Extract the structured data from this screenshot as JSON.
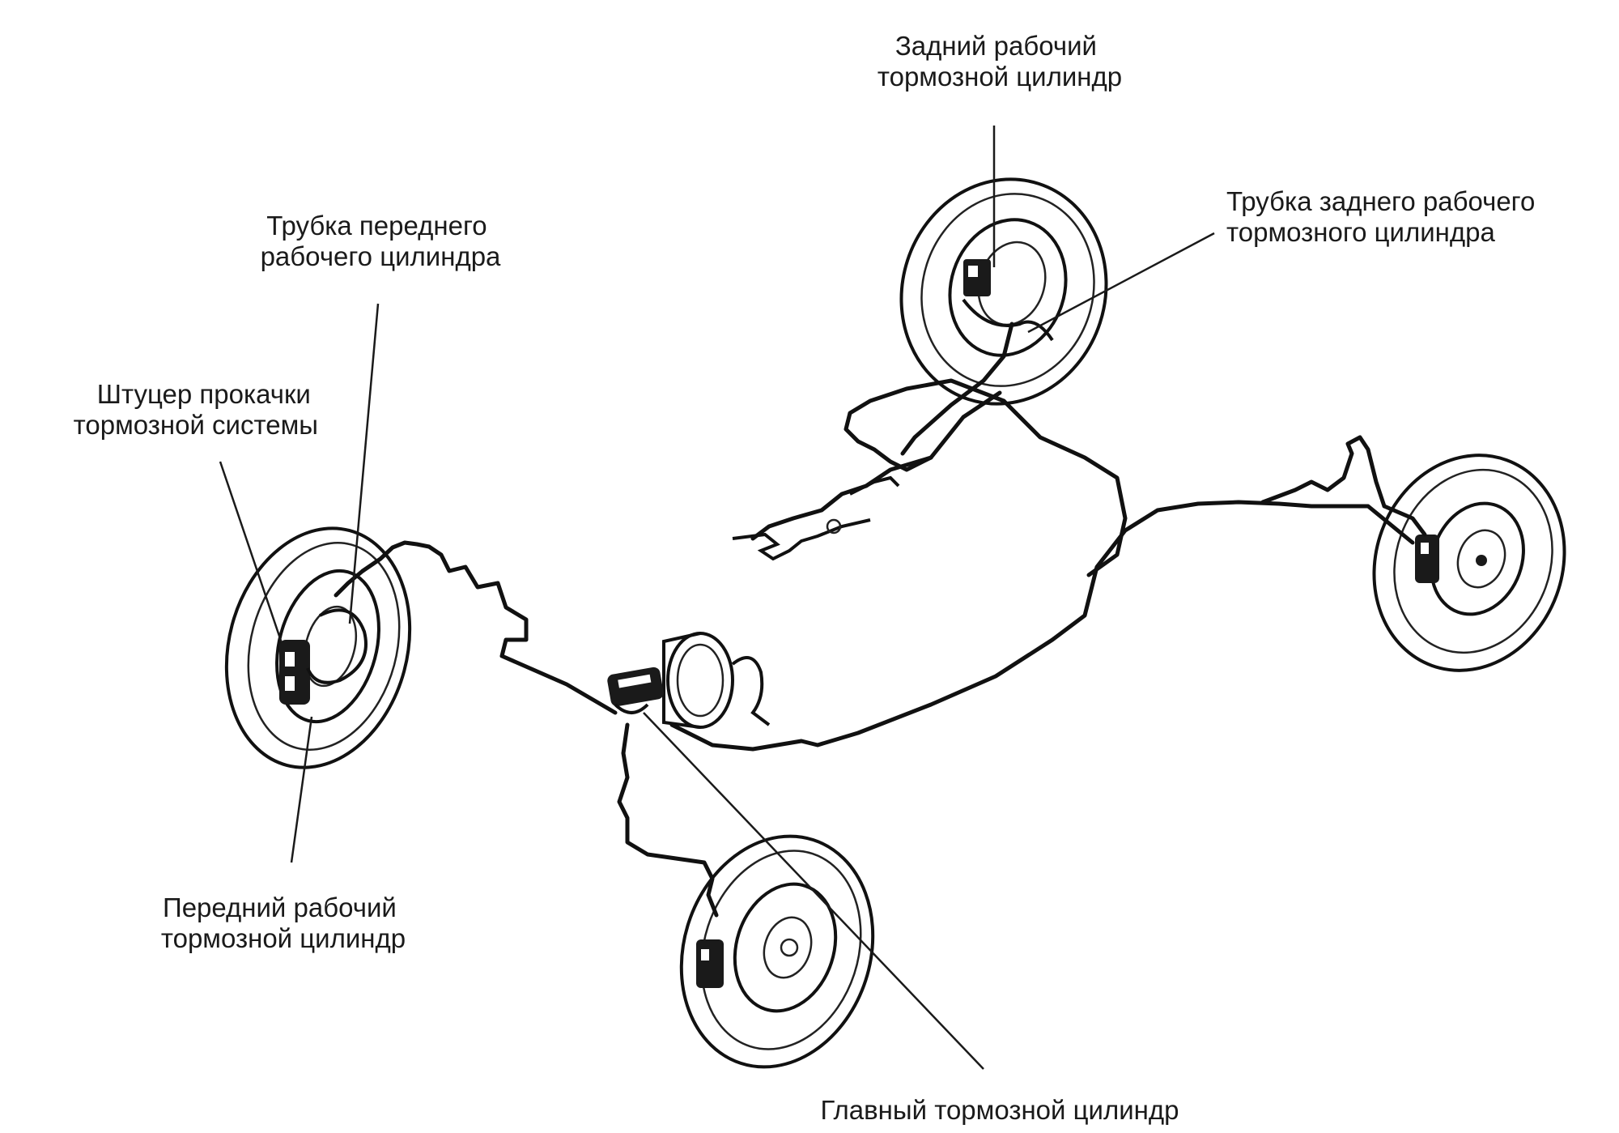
{
  "labels": {
    "rear_cylinder": [
      "Задний рабочий",
      "тормозной цилиндр"
    ],
    "rear_pipe": [
      "Трубка заднего рабочего",
      "тормозного цилиндра"
    ],
    "front_pipe": [
      "Трубка переднего",
      "рабочего цилиндра"
    ],
    "bleeder": [
      "Штуцер прокачки",
      "тормозной системы"
    ],
    "front_cylinder": [
      "Передний рабочий",
      "тормозной цилиндр"
    ],
    "master_cylinder": [
      "Главный тормозной цилиндр"
    ]
  }
}
